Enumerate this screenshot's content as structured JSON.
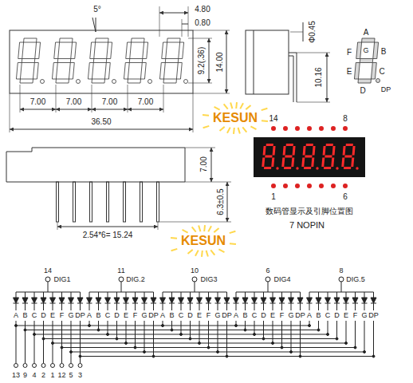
{
  "diagram": {
    "labels": [
      "5°",
      "4.80",
      "0.80",
      "9.2(.36)",
      "14.00",
      "7.00",
      "7.00",
      "7.00",
      "7.00",
      "36.50",
      "Φ0.45",
      "10.16",
      "A",
      "F",
      "G",
      "B",
      "E",
      "C",
      "D",
      "DP",
      "KESUN",
      "14",
      "8",
      "1",
      "6",
      "数码管显示及引脚位置图",
      "7 NOPIN",
      "KESUN",
      "7.00",
      "6.3±0.5",
      "2.54*6= 15.24",
      "14",
      "DIG1",
      "A",
      "B",
      "C",
      "D",
      "E",
      "F",
      "G",
      "DP",
      "11",
      "DIG.2",
      "A",
      "B",
      "C",
      "D",
      "E",
      "F",
      "G",
      "DP",
      "10",
      "DIG3",
      "A",
      "B",
      "C",
      "D",
      "E",
      "F",
      "G",
      "DP",
      "6",
      "DIG4",
      "A",
      "B",
      "C",
      "D",
      "E",
      "F",
      "G",
      "DP",
      "8",
      "DIG.5",
      "A",
      "B",
      "C",
      "D",
      "E",
      "F",
      "G",
      "DP",
      "13",
      "9",
      "4",
      "2",
      "1",
      "12",
      "5",
      "3"
    ]
  }
}
